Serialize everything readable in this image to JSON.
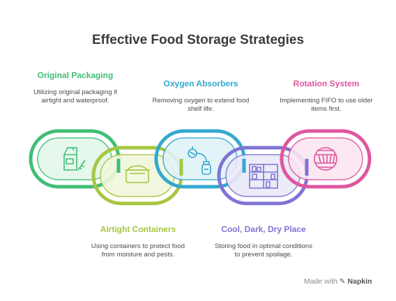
{
  "title": "Effective Food Storage Strategies",
  "items": [
    {
      "label": "Original Packaging",
      "desc": "Utilizing original packaging if airtight and waterproof.",
      "color": "#3fbf74",
      "fill": "#e4f7ea",
      "icon": "milk-carton-icon"
    },
    {
      "label": "Airtight Containers",
      "desc": "Using containers to protect food from moisture and pests.",
      "color": "#a8c640",
      "fill": "#f1f7dc",
      "icon": "airtight-container-icon"
    },
    {
      "label": "Oxygen Absorbers",
      "desc": "Removing oxygen to extend food shelf life.",
      "color": "#33a9cf",
      "fill": "#e1f3f9",
      "icon": "oxygen-absorber-icon"
    },
    {
      "label": "Cool, Dark, Dry Place",
      "desc": "Storing food in optimal conditions to prevent spoilage.",
      "color": "#7f74d4",
      "fill": "#ebe9f8",
      "icon": "pantry-shelf-icon"
    },
    {
      "label": "Rotation System",
      "desc": "Implementing FIFO to use older items first.",
      "color": "#e0559e",
      "fill": "#fbe6f1",
      "icon": "rotation-basket-icon"
    }
  ],
  "footer": {
    "made_with": "Made with",
    "brand": "Napkin"
  }
}
